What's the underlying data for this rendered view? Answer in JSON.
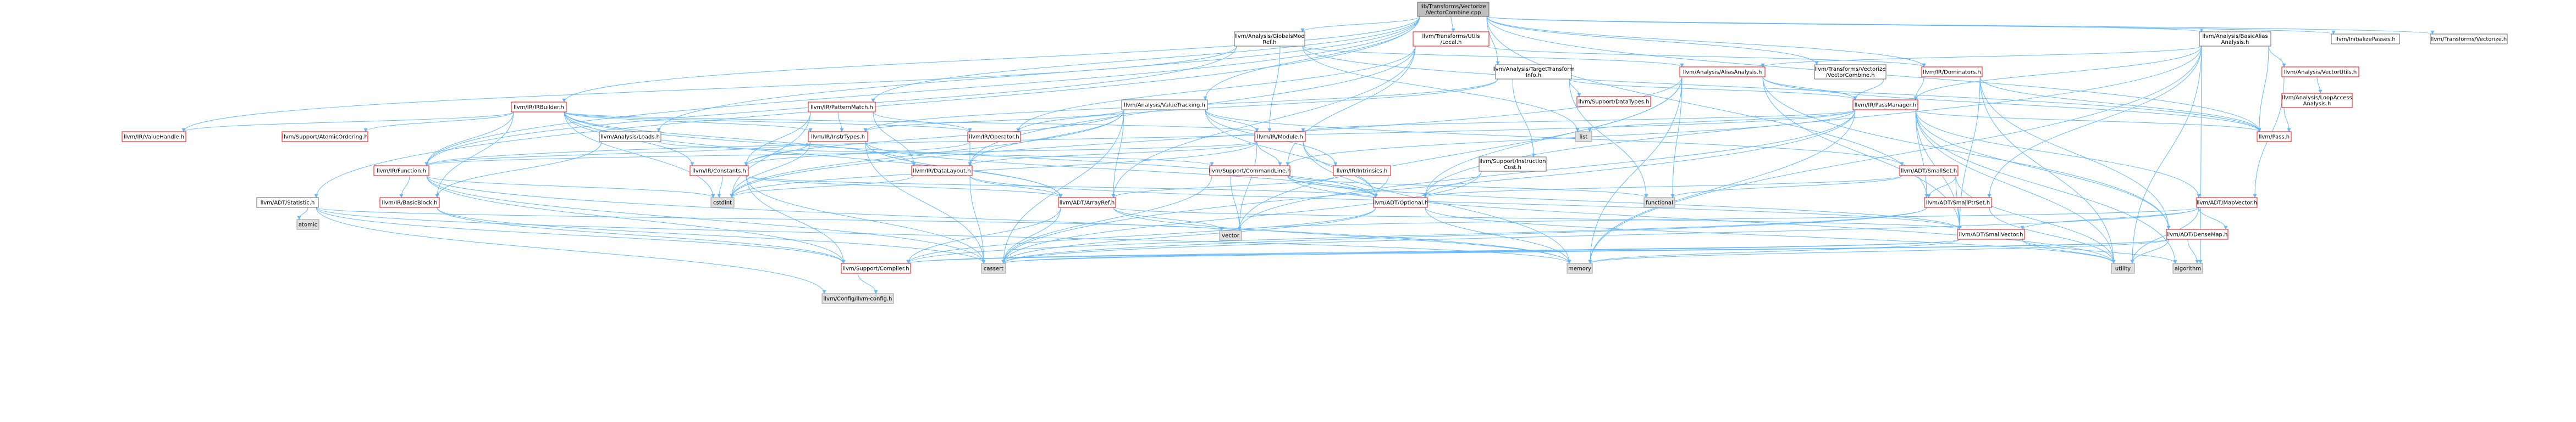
{
  "colors": {
    "root_fill": "#bfbfbf",
    "node_fill": "#ffffff",
    "sys_fill": "#e0e0e0",
    "sys_stroke": "#999999",
    "edge_color": "#63b8ff",
    "link_red": "#ff0000",
    "node_border": "#666666"
  },
  "nodes": [
    {
      "id": "root",
      "lines": [
        "lib/Transforms/Vectorize",
        "/VectorCombine.cpp"
      ],
      "kind": "root"
    },
    {
      "id": "globalsmodref",
      "lines": [
        "llvm/Analysis/GlobalsMod",
        "Ref.h"
      ],
      "kind": "normal"
    },
    {
      "id": "localutils",
      "lines": [
        "llvm/Transforms/Utils",
        "/Local.h"
      ],
      "kind": "red"
    },
    {
      "id": "basicaa",
      "lines": [
        "llvm/Analysis/BasicAlias",
        "Analysis.h"
      ],
      "kind": "normal"
    },
    {
      "id": "initpasses",
      "lines": [
        "llvm/InitializePasses.h"
      ],
      "kind": "normal"
    },
    {
      "id": "vectorize",
      "lines": [
        "llvm/Transforms/Vectorize.h"
      ],
      "kind": "normal"
    },
    {
      "id": "tti",
      "lines": [
        "llvm/Analysis/TargetTransform",
        "Info.h"
      ],
      "kind": "normal"
    },
    {
      "id": "aliasanalysis",
      "lines": [
        "llvm/Analysis/AliasAnalysis.h"
      ],
      "kind": "red"
    },
    {
      "id": "vcombine",
      "lines": [
        "llvm/Transforms/Vectorize",
        "/VectorCombine.h"
      ],
      "kind": "normal"
    },
    {
      "id": "dominators",
      "lines": [
        "llvm/IR/Dominators.h"
      ],
      "kind": "red"
    },
    {
      "id": "vectorutils",
      "lines": [
        "llvm/Analysis/VectorUtils.h"
      ],
      "kind": "red"
    },
    {
      "id": "loopaccess",
      "lines": [
        "llvm/Analysis/LoopAccess",
        "Analysis.h"
      ],
      "kind": "red"
    },
    {
      "id": "datatypes",
      "lines": [
        "llvm/Support/DataTypes.h"
      ],
      "kind": "red"
    },
    {
      "id": "irbuilder",
      "lines": [
        "llvm/IR/IRBuilder.h"
      ],
      "kind": "red"
    },
    {
      "id": "patternmatch",
      "lines": [
        "llvm/IR/PatternMatch.h"
      ],
      "kind": "red"
    },
    {
      "id": "valuetracking",
      "lines": [
        "llvm/Analysis/ValueTracking.h"
      ],
      "kind": "normal"
    },
    {
      "id": "passmanager",
      "lines": [
        "llvm/IR/PassManager.h"
      ],
      "kind": "red"
    },
    {
      "id": "list",
      "lines": [
        "list"
      ],
      "kind": "sys"
    },
    {
      "id": "pass",
      "lines": [
        "llvm/Pass.h"
      ],
      "kind": "red"
    },
    {
      "id": "valuehandle",
      "lines": [
        "llvm/IR/ValueHandle.h"
      ],
      "kind": "red"
    },
    {
      "id": "atomicordering",
      "lines": [
        "llvm/Support/AtomicOrdering.h"
      ],
      "kind": "red"
    },
    {
      "id": "loads",
      "lines": [
        "llvm/Analysis/Loads.h"
      ],
      "kind": "normal"
    },
    {
      "id": "insttypes",
      "lines": [
        "llvm/IR/InstrTypes.h"
      ],
      "kind": "red"
    },
    {
      "id": "operator",
      "lines": [
        "llvm/IR/Operator.h"
      ],
      "kind": "red"
    },
    {
      "id": "module",
      "lines": [
        "llvm/IR/Module.h"
      ],
      "kind": "red"
    },
    {
      "id": "function",
      "lines": [
        "llvm/IR/Function.h"
      ],
      "kind": "red"
    },
    {
      "id": "constants",
      "lines": [
        "llvm/IR/Constants.h"
      ],
      "kind": "red"
    },
    {
      "id": "datalayout",
      "lines": [
        "llvm/IR/DataLayout.h"
      ],
      "kind": "red"
    },
    {
      "id": "commandline",
      "lines": [
        "llvm/Support/CommandLine.h"
      ],
      "kind": "red"
    },
    {
      "id": "intrinsics",
      "lines": [
        "llvm/IR/Intrinsics.h"
      ],
      "kind": "red"
    },
    {
      "id": "instrcost",
      "lines": [
        "llvm/Support/Instruction",
        "Cost.h"
      ],
      "kind": "normal"
    },
    {
      "id": "smallset",
      "lines": [
        "llvm/ADT/SmallSet.h"
      ],
      "kind": "red"
    },
    {
      "id": "statistic",
      "lines": [
        "llvm/ADT/Statistic.h"
      ],
      "kind": "normal"
    },
    {
      "id": "atomic",
      "lines": [
        "atomic"
      ],
      "kind": "sys"
    },
    {
      "id": "basicblock",
      "lines": [
        "llvm/IR/BasicBlock.h"
      ],
      "kind": "red"
    },
    {
      "id": "cstdint",
      "lines": [
        "cstdint"
      ],
      "kind": "sys"
    },
    {
      "id": "arrayref",
      "lines": [
        "llvm/ADT/ArrayRef.h"
      ],
      "kind": "red"
    },
    {
      "id": "optional",
      "lines": [
        "llvm/ADT/Optional.h"
      ],
      "kind": "red"
    },
    {
      "id": "functional",
      "lines": [
        "functional"
      ],
      "kind": "sys"
    },
    {
      "id": "smallptrset",
      "lines": [
        "llvm/ADT/SmallPtrSet.h"
      ],
      "kind": "red"
    },
    {
      "id": "mapvector",
      "lines": [
        "llvm/ADT/MapVector.h"
      ],
      "kind": "red"
    },
    {
      "id": "vector",
      "lines": [
        "vector"
      ],
      "kind": "sys"
    },
    {
      "id": "smallvector",
      "lines": [
        "llvm/ADT/SmallVector.h"
      ],
      "kind": "red"
    },
    {
      "id": "densemap",
      "lines": [
        "llvm/ADT/DenseMap.h"
      ],
      "kind": "red"
    },
    {
      "id": "compiler",
      "lines": [
        "llvm/Support/Compiler.h"
      ],
      "kind": "red"
    },
    {
      "id": "cassert",
      "lines": [
        "cassert"
      ],
      "kind": "sys"
    },
    {
      "id": "memory",
      "lines": [
        "memory"
      ],
      "kind": "sys"
    },
    {
      "id": "utility",
      "lines": [
        "utility"
      ],
      "kind": "sys"
    },
    {
      "id": "algorithm",
      "lines": [
        "algorithm"
      ],
      "kind": "sys"
    },
    {
      "id": "config",
      "lines": [
        "llvm/Config/llvm-config.h"
      ],
      "kind": "sys"
    }
  ],
  "edges": [
    [
      "root",
      "globalsmodref"
    ],
    [
      "root",
      "localutils"
    ],
    [
      "root",
      "basicaa"
    ],
    [
      "root",
      "initpasses"
    ],
    [
      "root",
      "vectorize"
    ],
    [
      "root",
      "tti"
    ],
    [
      "root",
      "vcombine"
    ],
    [
      "root",
      "irbuilder"
    ],
    [
      "root",
      "patternmatch"
    ],
    [
      "root",
      "valuetracking"
    ],
    [
      "root",
      "loads"
    ],
    [
      "root",
      "statistic"
    ],
    [
      "root",
      "pass"
    ],
    [
      "root",
      "smallptrset"
    ],
    [
      "root",
      "function"
    ],
    [
      "root",
      "dominators"
    ],
    [
      "globalsmodref",
      "aliasanalysis"
    ],
    [
      "globalsmodref",
      "module"
    ],
    [
      "globalsmodref",
      "valuehandle"
    ],
    [
      "globalsmodref",
      "list"
    ],
    [
      "globalsmodref",
      "pass"
    ],
    [
      "globalsmodref",
      "function"
    ],
    [
      "localutils",
      "dominators"
    ],
    [
      "localutils",
      "arrayref"
    ],
    [
      "localutils",
      "datalayout"
    ],
    [
      "localutils",
      "commandline"
    ],
    [
      "localutils",
      "operator"
    ],
    [
      "basicaa",
      "aliasanalysis"
    ],
    [
      "basicaa",
      "vectorutils"
    ],
    [
      "basicaa",
      "passmanager"
    ],
    [
      "basicaa",
      "pass"
    ],
    [
      "basicaa",
      "smallptrset"
    ],
    [
      "basicaa",
      "optional"
    ],
    [
      "basicaa",
      "algorithm"
    ],
    [
      "basicaa",
      "utility"
    ],
    [
      "basicaa",
      "memory"
    ],
    [
      "vectorutils",
      "loopaccess"
    ],
    [
      "vectorutils",
      "mapvector"
    ],
    [
      "loopaccess",
      "pass"
    ],
    [
      "tti",
      "datatypes"
    ],
    [
      "tti",
      "passmanager"
    ],
    [
      "tti",
      "instrcost"
    ],
    [
      "tti",
      "operator"
    ],
    [
      "tti",
      "insttypes"
    ],
    [
      "tti",
      "functional"
    ],
    [
      "aliasanalysis",
      "passmanager"
    ],
    [
      "aliasanalysis",
      "pass"
    ],
    [
      "aliasanalysis",
      "optional"
    ],
    [
      "aliasanalysis",
      "smallvector"
    ],
    [
      "aliasanalysis",
      "densemap"
    ],
    [
      "aliasanalysis",
      "functional"
    ],
    [
      "aliasanalysis",
      "vector"
    ],
    [
      "aliasanalysis",
      "cstdint"
    ],
    [
      "aliasanalysis",
      "memory"
    ],
    [
      "vcombine",
      "passmanager"
    ],
    [
      "dominators",
      "passmanager"
    ],
    [
      "dominators",
      "densemap"
    ],
    [
      "dominators",
      "smallvector"
    ],
    [
      "dominators",
      "pass"
    ],
    [
      "dominators",
      "utility"
    ],
    [
      "irbuilder",
      "valuehandle"
    ],
    [
      "irbuilder",
      "atomicordering"
    ],
    [
      "irbuilder",
      "insttypes"
    ],
    [
      "irbuilder",
      "operator"
    ],
    [
      "irbuilder",
      "module"
    ],
    [
      "irbuilder",
      "function"
    ],
    [
      "irbuilder",
      "constants"
    ],
    [
      "irbuilder",
      "datalayout"
    ],
    [
      "irbuilder",
      "basicblock"
    ],
    [
      "irbuilder",
      "arrayref"
    ],
    [
      "irbuilder",
      "cstdint"
    ],
    [
      "irbuilder",
      "optional"
    ],
    [
      "patternmatch",
      "insttypes"
    ],
    [
      "patternmatch",
      "operator"
    ],
    [
      "patternmatch",
      "constants"
    ],
    [
      "patternmatch",
      "datalayout"
    ],
    [
      "patternmatch",
      "cstdint"
    ],
    [
      "valuetracking",
      "module"
    ],
    [
      "valuetracking",
      "intrinsics"
    ],
    [
      "valuetracking",
      "constants"
    ],
    [
      "valuetracking",
      "datalayout"
    ],
    [
      "valuetracking",
      "optional"
    ],
    [
      "valuetracking",
      "smallset"
    ],
    [
      "valuetracking",
      "arrayref"
    ],
    [
      "valuetracking",
      "cassert"
    ],
    [
      "valuetracking",
      "cstdint"
    ],
    [
      "valuetracking",
      "insttypes"
    ],
    [
      "passmanager",
      "list"
    ],
    [
      "passmanager",
      "pass"
    ],
    [
      "passmanager",
      "module"
    ],
    [
      "passmanager",
      "function"
    ],
    [
      "passmanager",
      "smallptrset"
    ],
    [
      "passmanager",
      "densemap"
    ],
    [
      "passmanager",
      "mapvector"
    ],
    [
      "passmanager",
      "smallvector"
    ],
    [
      "passmanager",
      "commandline"
    ],
    [
      "passmanager",
      "vector"
    ],
    [
      "passmanager",
      "memory"
    ],
    [
      "passmanager",
      "cassert"
    ],
    [
      "passmanager",
      "utility"
    ],
    [
      "passmanager",
      "algorithm"
    ],
    [
      "loads",
      "basicblock"
    ],
    [
      "loads",
      "commandline"
    ],
    [
      "insttypes",
      "function"
    ],
    [
      "insttypes",
      "constants"
    ],
    [
      "insttypes",
      "arrayref"
    ],
    [
      "insttypes",
      "optional"
    ],
    [
      "insttypes",
      "cstdint"
    ],
    [
      "insttypes",
      "cassert"
    ],
    [
      "operator",
      "constants"
    ],
    [
      "operator",
      "datalayout"
    ],
    [
      "module",
      "function"
    ],
    [
      "module",
      "datalayout"
    ],
    [
      "module",
      "commandline"
    ],
    [
      "module",
      "optional"
    ],
    [
      "module",
      "cstdint"
    ],
    [
      "module",
      "memory"
    ],
    [
      "module",
      "vector"
    ],
    [
      "function",
      "basicblock"
    ],
    [
      "function",
      "compiler"
    ],
    [
      "function",
      "cstdint"
    ],
    [
      "function",
      "memory"
    ],
    [
      "function",
      "cassert"
    ],
    [
      "constants",
      "arrayref"
    ],
    [
      "constants",
      "compiler"
    ],
    [
      "constants",
      "cstdint"
    ],
    [
      "constants",
      "cassert"
    ],
    [
      "constants",
      "optional"
    ],
    [
      "datalayout",
      "arrayref"
    ],
    [
      "datalayout",
      "smallvector"
    ],
    [
      "datalayout",
      "cassert"
    ],
    [
      "datalayout",
      "cstdint"
    ],
    [
      "commandline",
      "smallvector"
    ],
    [
      "commandline",
      "functional"
    ],
    [
      "commandline",
      "optional"
    ],
    [
      "commandline",
      "vector"
    ],
    [
      "commandline",
      "cassert"
    ],
    [
      "commandline",
      "utility"
    ],
    [
      "intrinsics",
      "optional"
    ],
    [
      "intrinsics",
      "arrayref"
    ],
    [
      "instrcost",
      "optional"
    ],
    [
      "instrcost",
      "cassert"
    ],
    [
      "smallset",
      "smallptrset"
    ],
    [
      "smallset",
      "smallvector"
    ],
    [
      "smallset",
      "optional"
    ],
    [
      "smallset",
      "functional"
    ],
    [
      "smallset",
      "utility"
    ],
    [
      "statistic",
      "atomic"
    ],
    [
      "statistic",
      "memory"
    ],
    [
      "statistic",
      "vector"
    ],
    [
      "statistic",
      "compiler"
    ],
    [
      "statistic",
      "config"
    ],
    [
      "basicblock",
      "compiler"
    ],
    [
      "basicblock",
      "cassert"
    ],
    [
      "arrayref",
      "smallvector"
    ],
    [
      "arrayref",
      "compiler"
    ],
    [
      "arrayref",
      "vector"
    ],
    [
      "arrayref",
      "cassert"
    ],
    [
      "arrayref",
      "memory"
    ],
    [
      "optional",
      "compiler"
    ],
    [
      "optional",
      "cassert"
    ],
    [
      "optional",
      "memory"
    ],
    [
      "optional",
      "utility"
    ],
    [
      "smallptrset",
      "compiler"
    ],
    [
      "smallptrset",
      "utility"
    ],
    [
      "smallptrset",
      "cassert"
    ],
    [
      "mapvector",
      "smallvector"
    ],
    [
      "mapvector",
      "densemap"
    ],
    [
      "mapvector",
      "vector"
    ],
    [
      "mapvector",
      "utility"
    ],
    [
      "mapvector",
      "cassert"
    ],
    [
      "smallvector",
      "compiler"
    ],
    [
      "smallvector",
      "algorithm"
    ],
    [
      "smallvector",
      "cassert"
    ],
    [
      "smallvector",
      "memory"
    ],
    [
      "smallvector",
      "utility"
    ],
    [
      "densemap",
      "compiler"
    ],
    [
      "densemap",
      "algorithm"
    ],
    [
      "densemap",
      "cassert"
    ],
    [
      "densemap",
      "utility"
    ],
    [
      "densemap",
      "memory"
    ],
    [
      "compiler",
      "config"
    ]
  ]
}
